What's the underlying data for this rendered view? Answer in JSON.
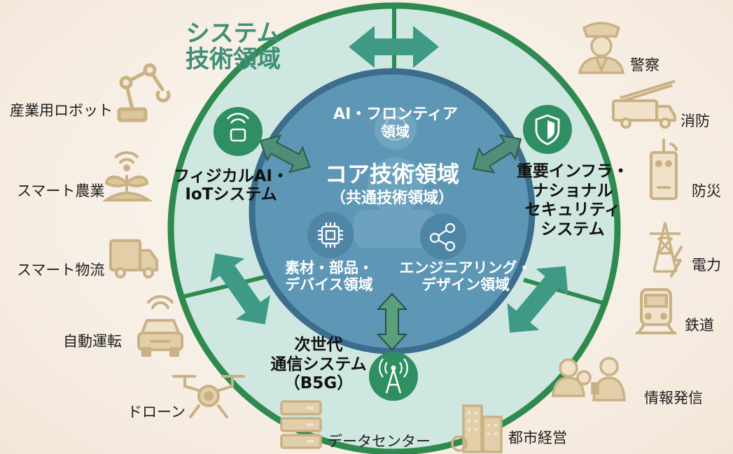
{
  "colors": {
    "outer_ring": "#2e8a4e",
    "ring_fill": "#cfe7e1",
    "core_fill": "#5e97b5",
    "core_border": "#3c6d8c",
    "arrow_teal": "#3e9a85",
    "badge_green": "#2f8f62",
    "icon_tan": "#c9b184",
    "system_title": "#3f8f76"
  },
  "system_domain": {
    "line1": "システム",
    "line2": "技術領域"
  },
  "core": {
    "title": "コア技術領域",
    "subtitle": "（共通技術領域）"
  },
  "ai_frontier": {
    "line1": "AI・フロンティア",
    "line2": "領域"
  },
  "materials": {
    "line1": "素材・部品・",
    "line2": "デバイス領域"
  },
  "engineering": {
    "line1": "エンジニアリング・",
    "line2": "デザイン領域"
  },
  "physical_ai": {
    "line1": "フィジカルAI・",
    "line2": "IoTシステム"
  },
  "infra": {
    "line1": "重要インフラ・",
    "line2": "ナショナル",
    "line3": "セキュリティ",
    "line4": "システム"
  },
  "nextgen": {
    "line1": "次世代",
    "line2": "通信システム",
    "line3": "（B5G）"
  },
  "left_apps": [
    {
      "label": "産業用ロボット",
      "icon": "robot-arm-icon"
    },
    {
      "label": "スマート農業",
      "icon": "sprout-wifi-icon"
    },
    {
      "label": "スマート物流",
      "icon": "truck-icon"
    },
    {
      "label": "自動運転",
      "icon": "car-icon"
    },
    {
      "label": "ドローン",
      "icon": "drone-icon"
    },
    {
      "label": "データセンター",
      "icon": "server-icon"
    },
    {
      "label": "都市経営",
      "icon": "buildings-icon"
    }
  ],
  "right_apps": [
    {
      "label": "警察",
      "icon": "police-officer-icon"
    },
    {
      "label": "消防",
      "icon": "fire-truck-icon"
    },
    {
      "label": "防災",
      "icon": "radio-icon"
    },
    {
      "label": "電力",
      "icon": "power-tower-icon"
    },
    {
      "label": "鉄道",
      "icon": "train-icon"
    },
    {
      "label": "情報発信",
      "icon": "people-icon"
    }
  ]
}
